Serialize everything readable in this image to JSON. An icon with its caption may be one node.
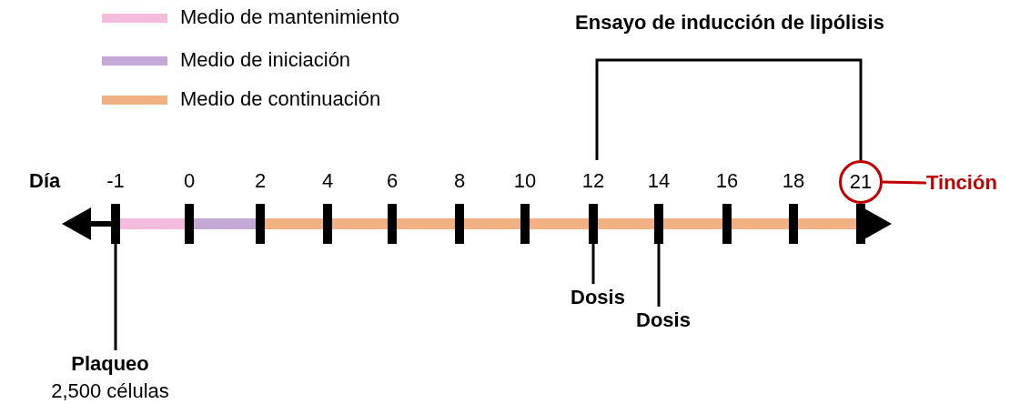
{
  "diagram": {
    "nodes": [
      {
        "text": [
          "21"
        ]
      },
      {
        "text": [
          "Tinción"
        ]
      },
      {
        "text": [
          "Plaqueo",
          "2,500 células"
        ]
      },
      {
        "text": [
          "Dosis"
        ]
      },
      {
        "text": [
          "Dosis"
        ]
      }
    ],
    "edges": [
      {
        "from": 0,
        "to": 1,
        "arrow": "none",
        "color": "#c00000"
      },
      {
        "from": 2,
        "to": null,
        "arrow": "none"
      },
      {
        "from": 3,
        "to": null,
        "arrow": "none"
      },
      {
        "from": 4,
        "to": null,
        "arrow": "none"
      }
    ],
    "labels": [
      "Ensayo de inducción de lipólisis",
      "Día",
      "-1",
      "0",
      "2",
      "4",
      "6",
      "8",
      "10",
      "12",
      "14",
      "16",
      "18"
    ],
    "legend": [
      {
        "text": "Medio de mantenimiento",
        "color": "#f4bcdc"
      },
      {
        "text": "Medio de iniciación",
        "color": "#c4a8d6"
      },
      {
        "text": "Medio de continuación",
        "color": "#f2b183"
      }
    ]
  }
}
